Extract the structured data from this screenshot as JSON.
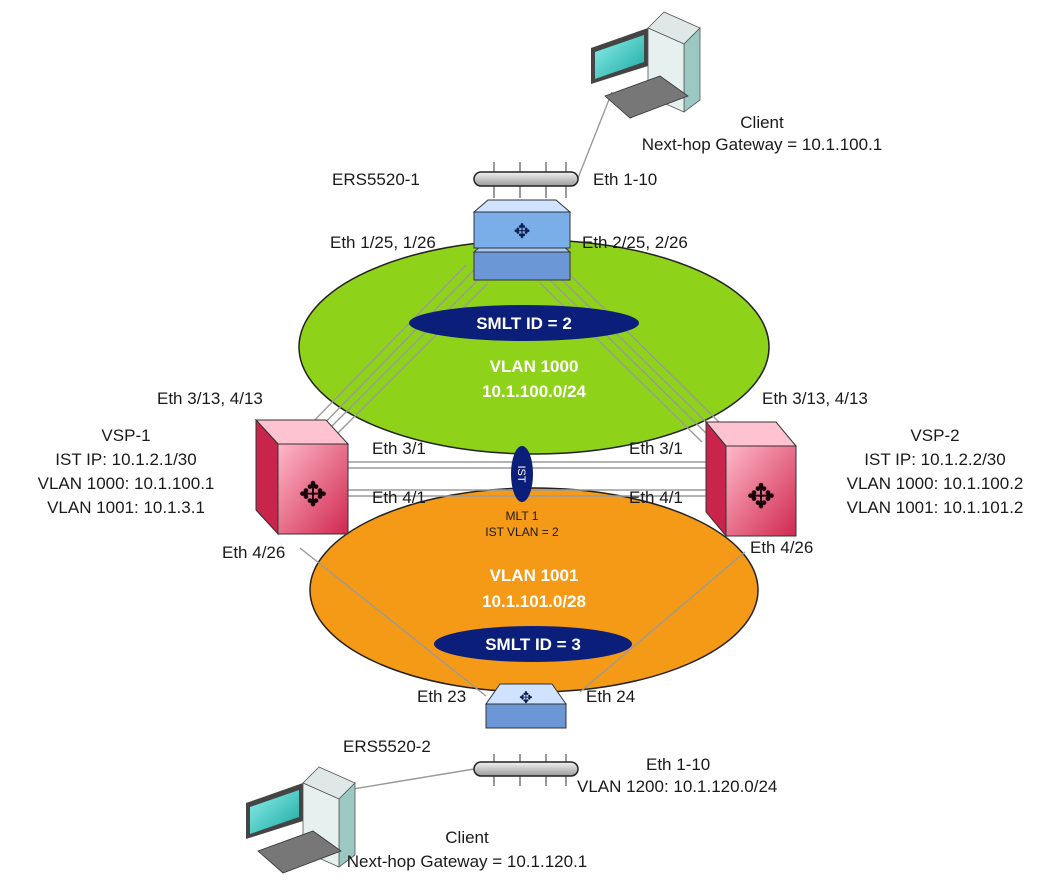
{
  "client_top": {
    "title": "Client",
    "gateway": "Next-hop Gateway = 10.1.100.1"
  },
  "client_bottom": {
    "title": "Client",
    "gateway": "Next-hop Gateway = 10.1.120.1"
  },
  "ers_top": {
    "name": "ERS5520-1",
    "access_port": "Eth 1-10",
    "uplink_left": "Eth 1/25, 1/26",
    "uplink_right": "Eth 2/25, 2/26"
  },
  "ers_bottom": {
    "name": "ERS5520-2",
    "access_port": "Eth 1-10",
    "access_vlan": "VLAN 1200: 10.1.120.0/24",
    "uplink_left": "Eth 23",
    "uplink_right": "Eth 24"
  },
  "vsp1": {
    "name": "VSP-1",
    "ist_ip": "IST IP: 10.1.2.1/30",
    "vlan1000": "VLAN 1000: 10.1.100.1",
    "vlan1001": "VLAN 1001: 10.1.3.1",
    "port_top": "Eth 3/13, 4/13",
    "port_ist_a": "Eth 3/1",
    "port_ist_b": "Eth 4/1",
    "port_bottom": "Eth 4/26"
  },
  "vsp2": {
    "name": "VSP-2",
    "ist_ip": "IST IP: 10.1.2.2/30",
    "vlan1000": "VLAN 1000: 10.1.100.2",
    "vlan1001": "VLAN 1001: 10.1.101.2",
    "port_top": "Eth 3/13, 4/13",
    "port_ist_a": "Eth 3/1",
    "port_ist_b": "Eth 4/1",
    "port_bottom": "Eth 4/26"
  },
  "vlan_top": {
    "name": "VLAN 1000",
    "subnet": "10.1.100.0/24",
    "smlt": "SMLT ID = 2",
    "color": "#8fd21a"
  },
  "vlan_bottom": {
    "name": "VLAN 1001",
    "subnet": "10.1.101.0/28",
    "smlt": "SMLT ID = 3",
    "color": "#f59a16"
  },
  "ist": {
    "badge": "IST",
    "mlt": "MLT 1",
    "vlan": "IST VLAN = 2"
  },
  "colors": {
    "smlt_badge": "#0b1f7a",
    "vsp_switch": "#e83c6a",
    "ers_switch": "#7aaee8",
    "pc_screen": "#2bbbb5"
  }
}
